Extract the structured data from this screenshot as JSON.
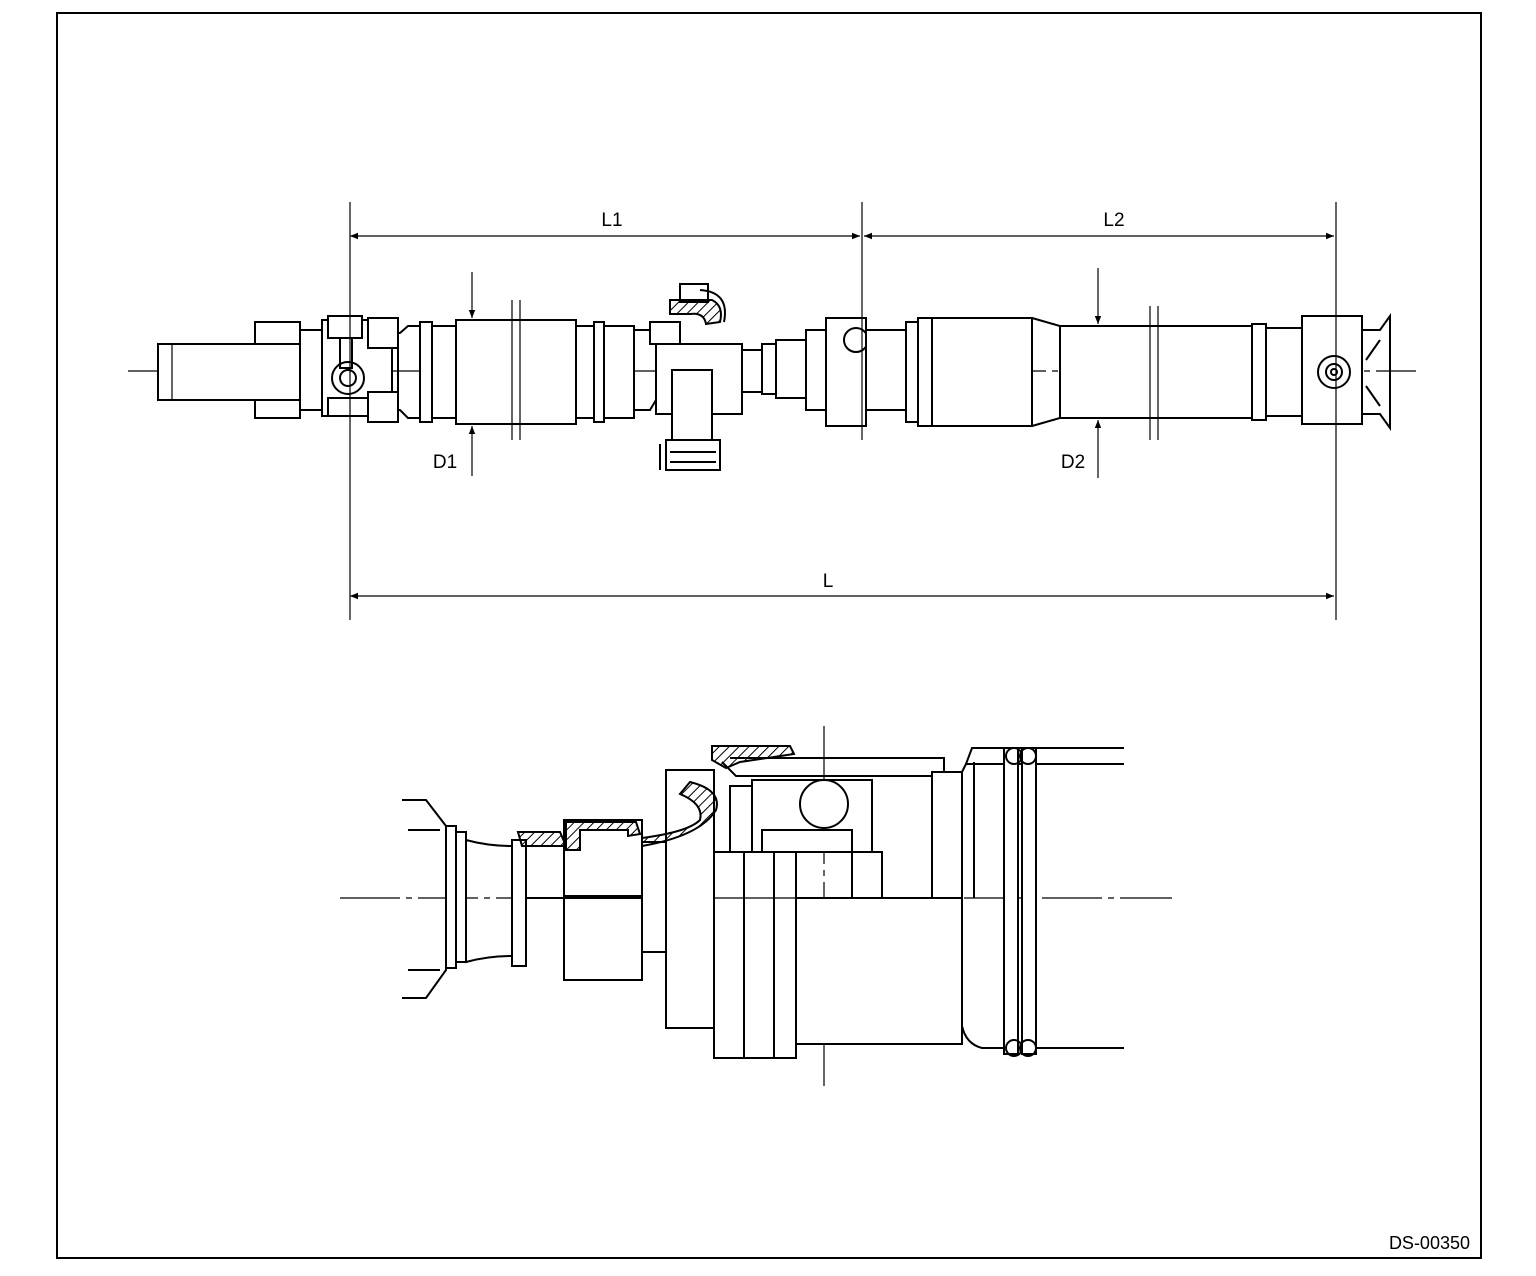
{
  "figure_code": "DS-00350",
  "dimensions": {
    "L": "L",
    "L1": "L1",
    "L2": "L2",
    "D1": "D1",
    "D2": "D2"
  }
}
